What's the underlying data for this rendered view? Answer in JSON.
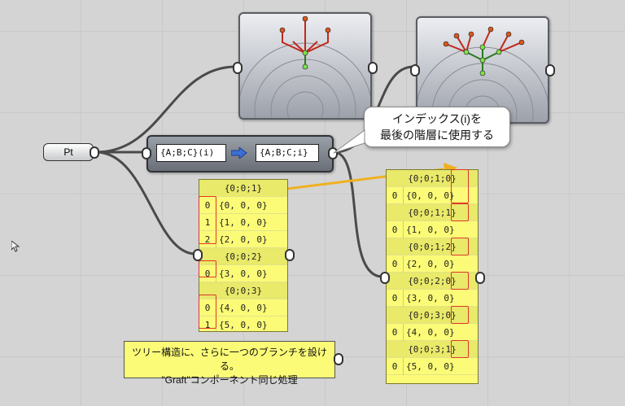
{
  "pt_component": {
    "label": "Pt"
  },
  "path_mapper": {
    "source": "{A;B;C}(i)",
    "target": "{A;B;C;i}",
    "arrow_color": "#3d6fd6"
  },
  "callout": {
    "line1": "インデックス(i)を",
    "line2": "最後の階層に使用する"
  },
  "note": {
    "line1": "ツリー構造に、さらに一つのブランチを設ける。",
    "line2": "\"Graft\"コンポーネント同じ処理"
  },
  "left_panel": {
    "branches": [
      {
        "path": "{0;0;1}",
        "items": [
          {
            "index": "0",
            "value": "{0, 0, 0}"
          },
          {
            "index": "1",
            "value": "{1, 0, 0}"
          },
          {
            "index": "2",
            "value": "{2, 0, 0}"
          }
        ]
      },
      {
        "path": "{0;0;2}",
        "items": [
          {
            "index": "0",
            "value": "{3, 0, 0}"
          }
        ]
      },
      {
        "path": "{0;0;3}",
        "items": [
          {
            "index": "0",
            "value": "{4, 0, 0}"
          },
          {
            "index": "1",
            "value": "{5, 0, 0}"
          }
        ]
      }
    ]
  },
  "right_panel": {
    "branches": [
      {
        "path": "{0;0;1;0}",
        "items": [
          {
            "index": "0",
            "value": "{0, 0, 0}"
          }
        ]
      },
      {
        "path": "{0;0;1;1}",
        "items": [
          {
            "index": "0",
            "value": "{1, 0, 0}"
          }
        ]
      },
      {
        "path": "{0;0;1;2}",
        "items": [
          {
            "index": "0",
            "value": "{2, 0, 0}"
          }
        ]
      },
      {
        "path": "{0;0;2;0}",
        "items": [
          {
            "index": "0",
            "value": "{3, 0, 0}"
          }
        ]
      },
      {
        "path": "{0;0;3;0}",
        "items": [
          {
            "index": "0",
            "value": "{4, 0, 0}"
          }
        ]
      },
      {
        "path": "{0;0;3;1}",
        "items": [
          {
            "index": "0",
            "value": "{5, 0, 0}"
          }
        ]
      }
    ]
  },
  "colors": {
    "wire": "#4a4a4a",
    "highlight_arrow": "#f0b020",
    "highlight_box": "#e0362a",
    "panel": "#fbfb77"
  }
}
